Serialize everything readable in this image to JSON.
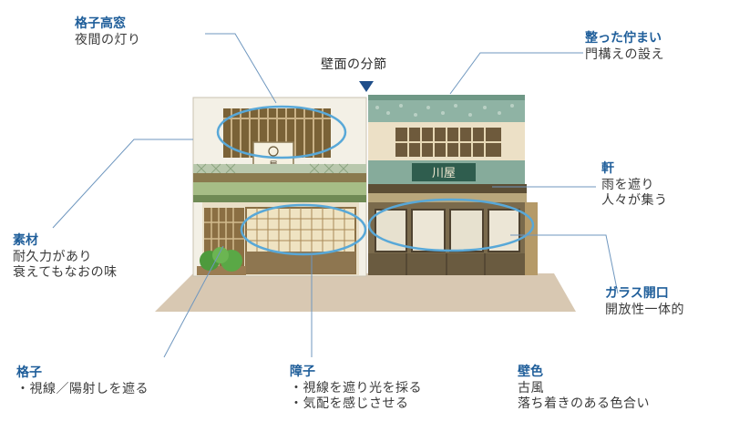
{
  "colors": {
    "title": "#1f5e9a",
    "body_text": "#3a3a3a",
    "leader_line": "#6f97bf",
    "highlight_ellipse": "#58a8d8",
    "divider_marker": "#1f4e8a"
  },
  "divider_label": "壁面の分節",
  "annotations": {
    "lattice_window": {
      "title": "格子高窓",
      "lines": [
        "夜間の灯り"
      ]
    },
    "gate_style": {
      "title": "整った佇まい",
      "lines": [
        "門構えの設え"
      ]
    },
    "eaves": {
      "title": "軒",
      "lines": [
        "雨を遮り",
        "人々が集う"
      ]
    },
    "materials": {
      "title": "素材",
      "lines": [
        "耐久力があり",
        "衰えてもなおの味"
      ]
    },
    "glass_opening": {
      "title": "ガラス開口",
      "lines": [
        "開放性一体的"
      ]
    },
    "lattice": {
      "title": "格子",
      "lines": [
        "・視線／陽射しを遮る"
      ]
    },
    "shoji": {
      "title": "障子",
      "lines": [
        "・視線を遮り光を採る",
        "・気配を感じさせる"
      ]
    },
    "wall_color": {
      "title": "壁色",
      "lines": [
        "古風",
        "落ち着きのある色合い"
      ]
    }
  },
  "illustration": {
    "left_shop_sign": "屋",
    "right_shop_sign": "川屋",
    "icons": [
      "potted-shrub-icon",
      "divider-marker-icon"
    ]
  }
}
